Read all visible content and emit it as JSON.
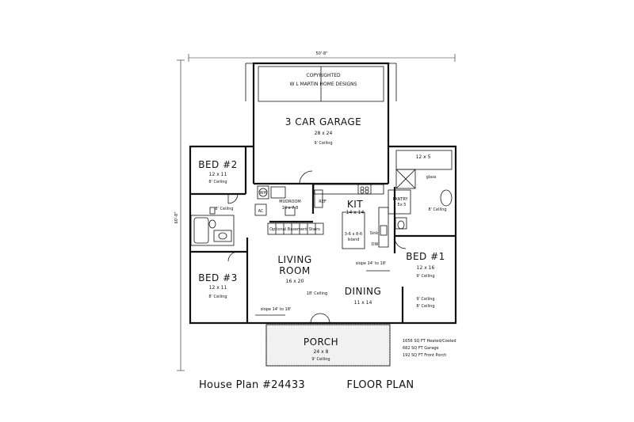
{
  "plan": {
    "overall_width": "50'-8\"",
    "overall_depth": "60'-8\"",
    "copyright_line1": "COPYRIGHTED",
    "copyright_line2": "W L MARTIN HOME DESIGNS",
    "garage": {
      "name": "3 CAR GARAGE",
      "size": "28 x 24",
      "ceiling": "9' Ceiling"
    },
    "bed2": {
      "name": "BED #2",
      "size": "12 x 11",
      "ceiling": "8' Ceiling"
    },
    "bed3": {
      "name": "BED #3",
      "size": "12 x 11",
      "ceiling": "8' Ceiling"
    },
    "bed1": {
      "name": "BED #1",
      "size": "12 x 16",
      "ceiling": "9' Ceiling",
      "ceiling2": "9' Ceiling",
      "ceiling3": "8' Ceiling"
    },
    "closet": {
      "size": "12 x 5",
      "glass_label": "glass"
    },
    "mudroom": {
      "name": "MUDROOM",
      "size": "10 x 7-8"
    },
    "ac_label": "AC",
    "wh_label": "WH",
    "kitchen": {
      "name": "KIT",
      "size": "14 x 14",
      "ref": "REF",
      "pantry": "PANTRY",
      "pantry_size": "5x 5",
      "sink": "Sink",
      "dw": "DW",
      "island_line1": "3-6 x 8-6",
      "island_line2": "Island"
    },
    "stairs_label": "Optional Basement Stairs",
    "living": {
      "name_line1": "LIVING",
      "name_line2": "ROOM",
      "size": "16 x 20",
      "ceiling": "18' Ceiling"
    },
    "dining": {
      "name": "DINING",
      "size": "11 x 14"
    },
    "slope_living": "slope 14' to 18'",
    "slope_dining": "slope 14' to 18'",
    "bath_ceiling": "8' Ceiling",
    "porch": {
      "name": "PORCH",
      "size": "24 x 8",
      "ceiling": "9' Ceiling"
    },
    "stats": [
      "1656 SQ FT Heated/Cooled",
      "682 SQ FT Garage",
      "192 SQ FT Front Porch"
    ]
  },
  "footer": {
    "plan_number": "House Plan #24433",
    "plan_type": "FLOOR PLAN"
  }
}
